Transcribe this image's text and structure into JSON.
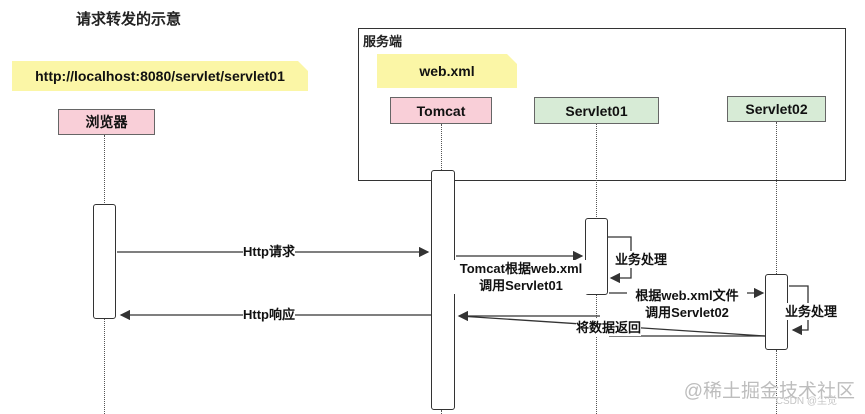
{
  "title": "请求转发的示意",
  "url_note": "http://localhost:8080/servlet/servlet01",
  "server_label": "服务端",
  "webxml_note": "web.xml",
  "actors": {
    "browser": "浏览器",
    "tomcat": "Tomcat",
    "servlet01": "Servlet01",
    "servlet02": "Servlet02"
  },
  "messages": {
    "http_request": "Http请求",
    "http_response": "Http响应",
    "tomcat_line1": "Tomcat根据web.xml",
    "tomcat_line2": "调用Servlet01",
    "business1": "业务处理",
    "webxml_line1": "根据web.xml文件",
    "webxml_line2": "调用Servlet02",
    "business2": "业务处理",
    "return_data": "将数据返回"
  },
  "watermark": "@稀土掘金技术社区",
  "watermark_small": "CSDN @尘觉"
}
